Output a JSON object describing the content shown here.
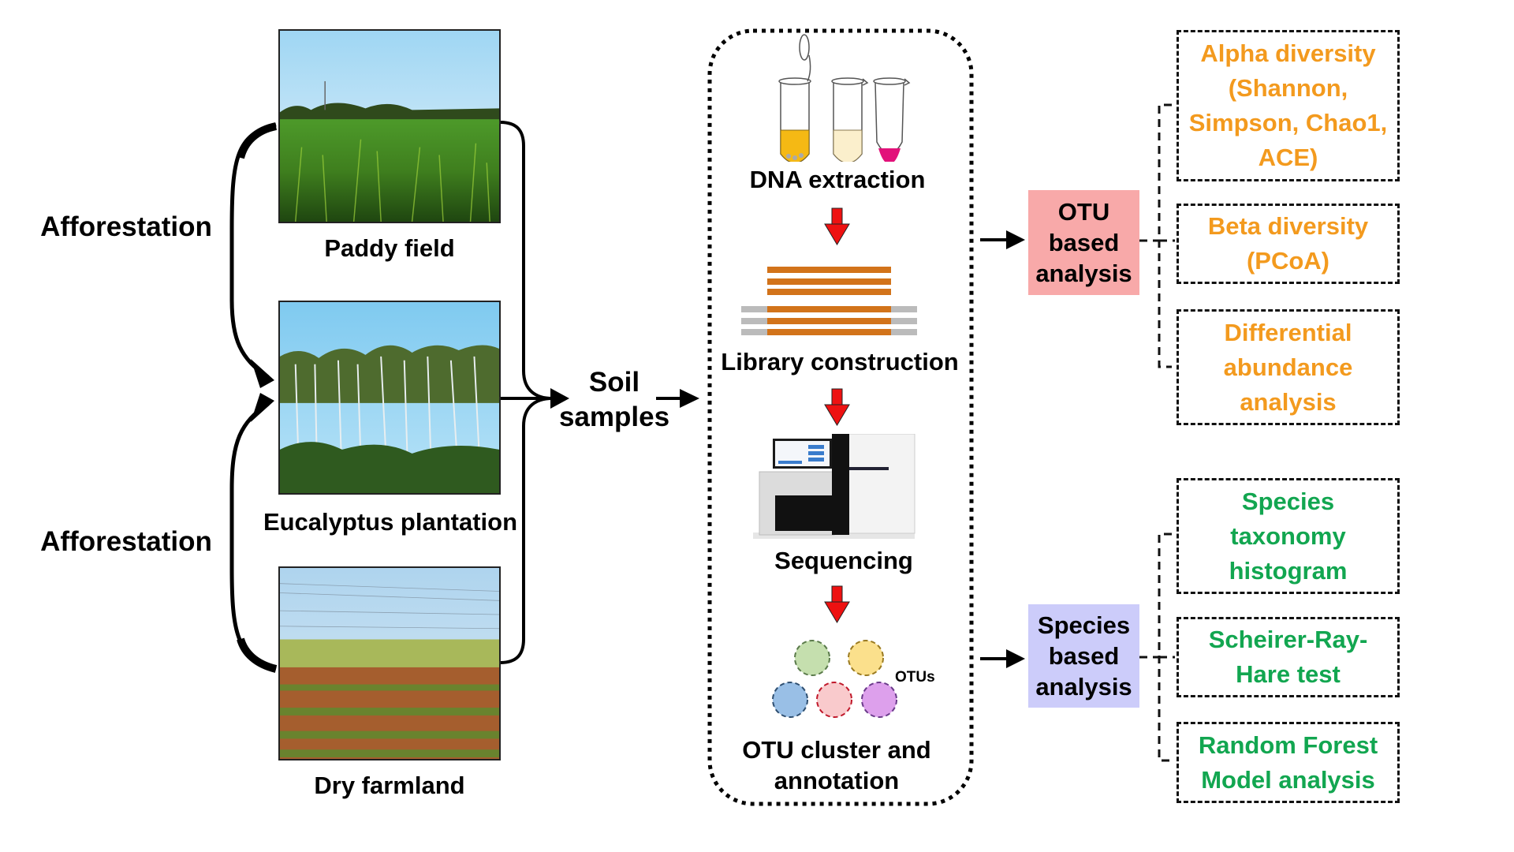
{
  "colors": {
    "orange_text": "#F39A1E",
    "green_text": "#12A650",
    "otu_box_bg": "#F8A9A9",
    "species_box_bg": "#CCCCFA",
    "red_arrow": "#EE1111",
    "library_orange": "#D2731A",
    "library_gray": "#BBBBBB"
  },
  "land_use": {
    "afforestation_top": "Afforestation",
    "afforestation_bottom": "Afforestation",
    "sites": [
      {
        "name": "Paddy field",
        "image": "paddy-field-photo"
      },
      {
        "name": "Eucalyptus plantation",
        "image": "eucalyptus-plantation-photo"
      },
      {
        "name": "Dry farmland",
        "image": "dry-farmland-photo"
      }
    ]
  },
  "soil_samples": {
    "line1": "Soil",
    "line2": "samples"
  },
  "workflow": {
    "steps": [
      {
        "label": "DNA extraction",
        "icon": "test-tubes-icon"
      },
      {
        "label": "Library construction",
        "icon": "dna-library-icon"
      },
      {
        "label": "Sequencing",
        "icon": "sequencer-icon"
      },
      {
        "label_line1": "OTU cluster and",
        "label_line2": "annotation",
        "icon": "otu-clusters-icon",
        "otus_tag": "OTUs"
      }
    ]
  },
  "analyses": [
    {
      "lines": [
        "OTU",
        "based",
        "analysis"
      ],
      "results": [
        {
          "lines": [
            "Alpha diversity",
            "(Shannon,",
            "Simpson, Chao1,",
            "ACE)"
          ]
        },
        {
          "lines": [
            "Beta diversity",
            "(PCoA)"
          ]
        },
        {
          "lines": [
            "Differential",
            "abundance",
            "analysis"
          ]
        }
      ]
    },
    {
      "lines": [
        "Species",
        "based",
        "analysis"
      ],
      "results": [
        {
          "lines": [
            "Species",
            "taxonomy",
            "histogram"
          ]
        },
        {
          "lines": [
            "Scheirer-Ray-",
            "Hare test"
          ]
        },
        {
          "lines": [
            "Random Forest",
            "Model analysis"
          ]
        }
      ]
    }
  ]
}
